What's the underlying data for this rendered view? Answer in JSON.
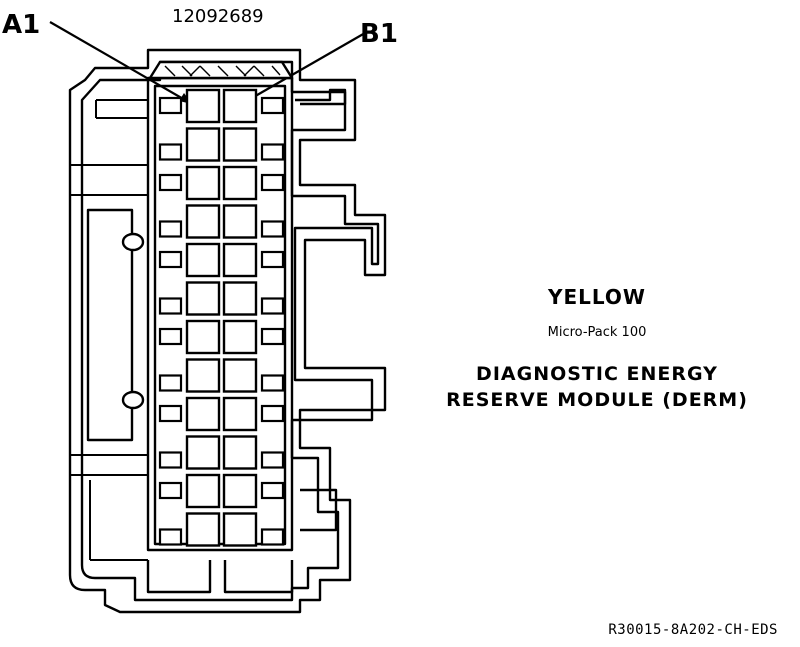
{
  "diagram": {
    "part_number": "12092689",
    "pin_labels": {
      "left": "A1",
      "right": "B1"
    },
    "color": "YELLOW",
    "connector_type": "Micro-Pack 100",
    "title_line1": "DIAGNOSTIC ENERGY",
    "title_line2": "RESERVE MODULE (DERM)",
    "reference_code": "R30015-8A202-CH-EDS",
    "cavity_rows": 12,
    "colors": {
      "ink": "#000000",
      "paper": "#ffffff"
    }
  }
}
